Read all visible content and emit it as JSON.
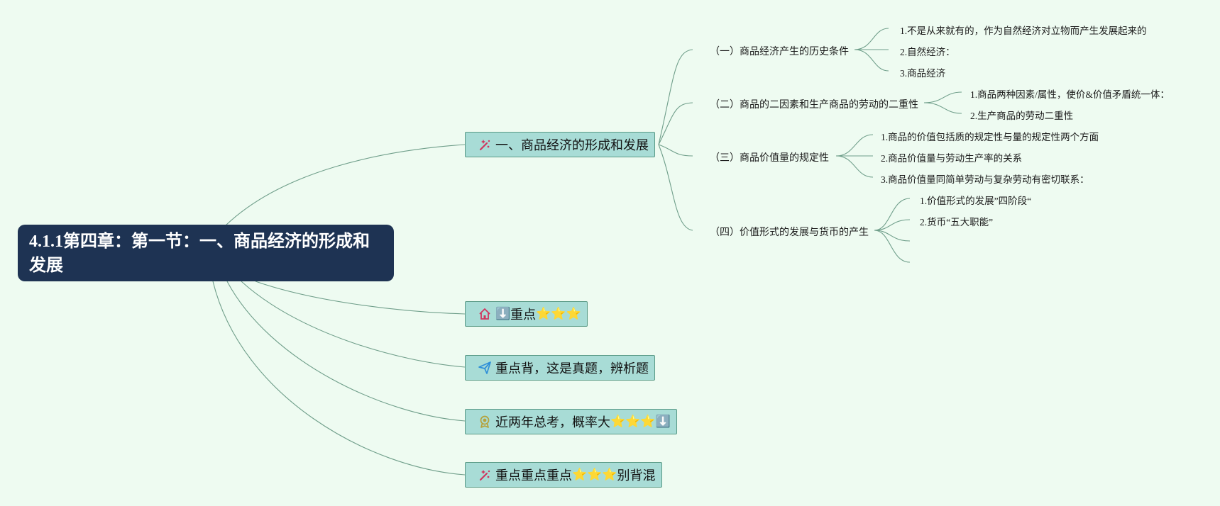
{
  "root": {
    "title": "4.1.1第四章：第一节：一、商品经济的形成和发展"
  },
  "branches": {
    "main": {
      "label": "一、商品经济的形成和发展",
      "icon": "magic-wand-icon"
    },
    "b1": {
      "icon": "home-icon",
      "label": "重点",
      "emoji_pre": "⬇️",
      "emoji_post": "⭐⭐⭐"
    },
    "b2": {
      "icon": "paper-plane-icon",
      "label": "重点背，这是真题，辨析题"
    },
    "b3": {
      "icon": "award-medal-icon",
      "label": "近两年总考，概率大",
      "emoji_post": "⭐⭐⭐⬇️"
    },
    "b4": {
      "icon": "magic-wand-icon",
      "label": "重点重点重点",
      "emoji_mid": "⭐⭐⭐",
      "label_tail": "别背混"
    }
  },
  "sections": [
    {
      "label": "（一）商品经济产生的历史条件",
      "items": [
        "1.不是从来就有的，作为自然经济对立物而产生发展起来的",
        "2.自然经济：",
        "3.商品经济"
      ]
    },
    {
      "label": "（二）商品的二因素和生产商品的劳动的二重性",
      "items": [
        "1.商品两种因素/属性，使价&价值矛盾统一体：",
        "2.生产商品的劳动二重性"
      ]
    },
    {
      "label": "（三）商品价值量的规定性",
      "items": [
        "1.商品的价值包括质的规定性与量的规定性两个方面",
        "2.商品价值量与劳动生产率的关系",
        "3.商品价值量同简单劳动与复杂劳动有密切联系："
      ]
    },
    {
      "label": "（四）价值形式的发展与货币的产生",
      "items": [
        "1.价值形式的发展”四阶段“",
        "2.货币“五大职能”",
        "",
        ""
      ]
    }
  ],
  "colors": {
    "background": "#eefbf1",
    "root": "#1e3353",
    "node_fill": "#a8dcd6",
    "node_border": "#5a9a86",
    "line": "#6f9e8a"
  }
}
